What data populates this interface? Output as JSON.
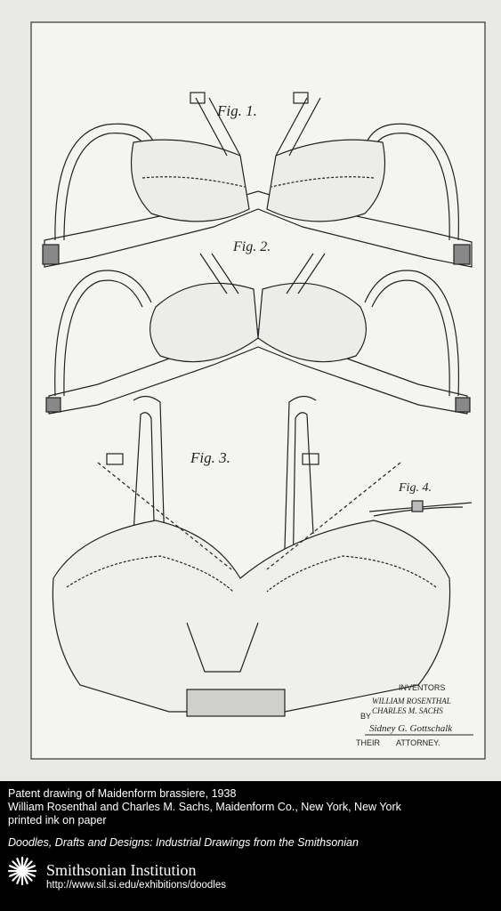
{
  "drawing": {
    "fig1_label": "Fig. 1.",
    "fig2_label": "Fig. 2.",
    "fig3_label": "Fig. 3.",
    "fig4_label": "Fig. 4.",
    "inventors_heading": "INVENTORS",
    "inventor_1": "WILLIAM ROSENTHAL",
    "inventor_2": "CHARLES M. SACHS",
    "by_label": "BY",
    "their_label": "THEIR",
    "attorney_label": "ATTORNEY.",
    "signature": "Sidney G. Gottschalk"
  },
  "caption": {
    "title": "Patent drawing of Maidenform brassiere, 1938",
    "creators": "William Rosenthal and Charles M. Sachs, Maidenform Co., New York, New York",
    "medium": "printed ink on paper",
    "exhibition": "Doodles, Drafts and Designs: Industrial Drawings from the Smithsonian"
  },
  "footer": {
    "institution": "Smithsonian Institution",
    "url": "http://www.sil.si.edu/exhibitions/doodles"
  },
  "icons": {
    "logo": "smithsonian-sunburst-icon"
  }
}
